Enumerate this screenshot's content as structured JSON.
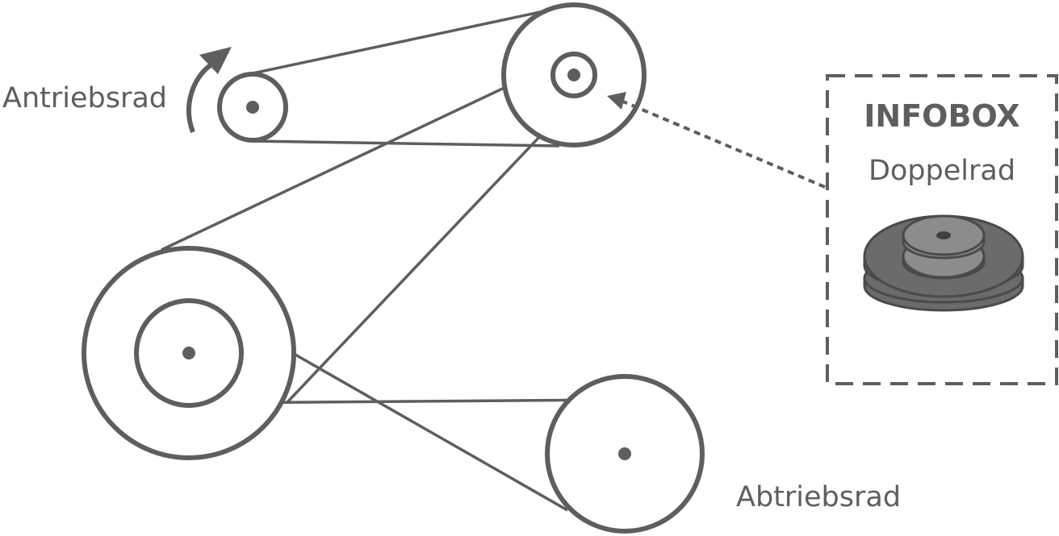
{
  "labels": {
    "drive_wheel": "Antriebsrad",
    "driven_wheel": "Abtriebsrad"
  },
  "infobox": {
    "title": "INFOBOX",
    "subtitle": "Doppelrad"
  },
  "colors": {
    "stroke": "#5e5e5e",
    "pulley_dark": "#6b6b6b",
    "pulley_light": "#8c8c8c",
    "pulley_hub": "#3f3f3f",
    "background": "#ffffff"
  },
  "icons": [
    "rotation-arrow-icon",
    "pointer-arrow-icon",
    "double-pulley-icon"
  ]
}
